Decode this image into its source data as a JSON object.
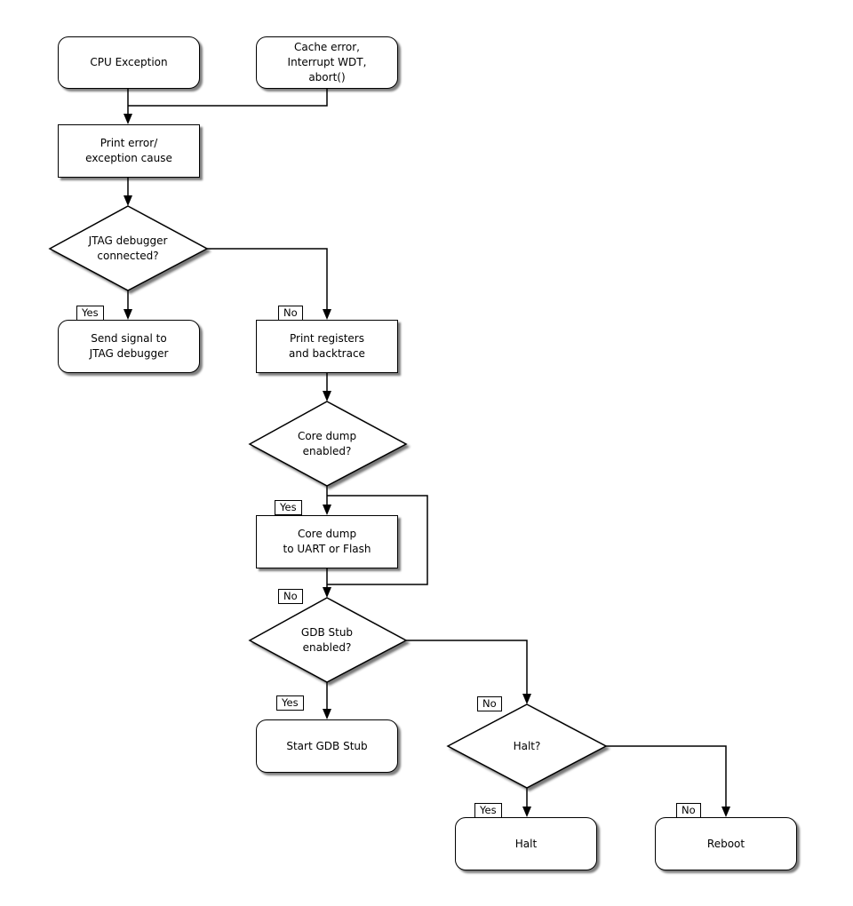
{
  "diagram": {
    "nodes": {
      "cpu_exception": {
        "label": "CPU Exception"
      },
      "cache_error": {
        "label": "Cache error,\nInterrupt WDT,\nabort()"
      },
      "print_error": {
        "label": "Print error/\nexception cause"
      },
      "jtag_connected": {
        "label": "JTAG debugger\nconnected?"
      },
      "send_signal": {
        "label": "Send signal to\nJTAG debugger"
      },
      "print_registers": {
        "label": "Print registers\nand backtrace"
      },
      "core_dump_enabled": {
        "label": "Core dump\nenabled?"
      },
      "core_dump": {
        "label": "Core dump\nto UART or Flash"
      },
      "gdb_stub_enabled": {
        "label": "GDB Stub\nenabled?"
      },
      "start_gdb_stub": {
        "label": "Start GDB Stub"
      },
      "halt_decision": {
        "label": "Halt?"
      },
      "halt": {
        "label": "Halt"
      },
      "reboot": {
        "label": "Reboot"
      }
    },
    "edge_labels": {
      "yes": "Yes",
      "no": "No"
    },
    "colors": {
      "background": "#ffffff",
      "line": "#000000",
      "node_fill": "#ffffff",
      "shadow": "#444444"
    }
  }
}
